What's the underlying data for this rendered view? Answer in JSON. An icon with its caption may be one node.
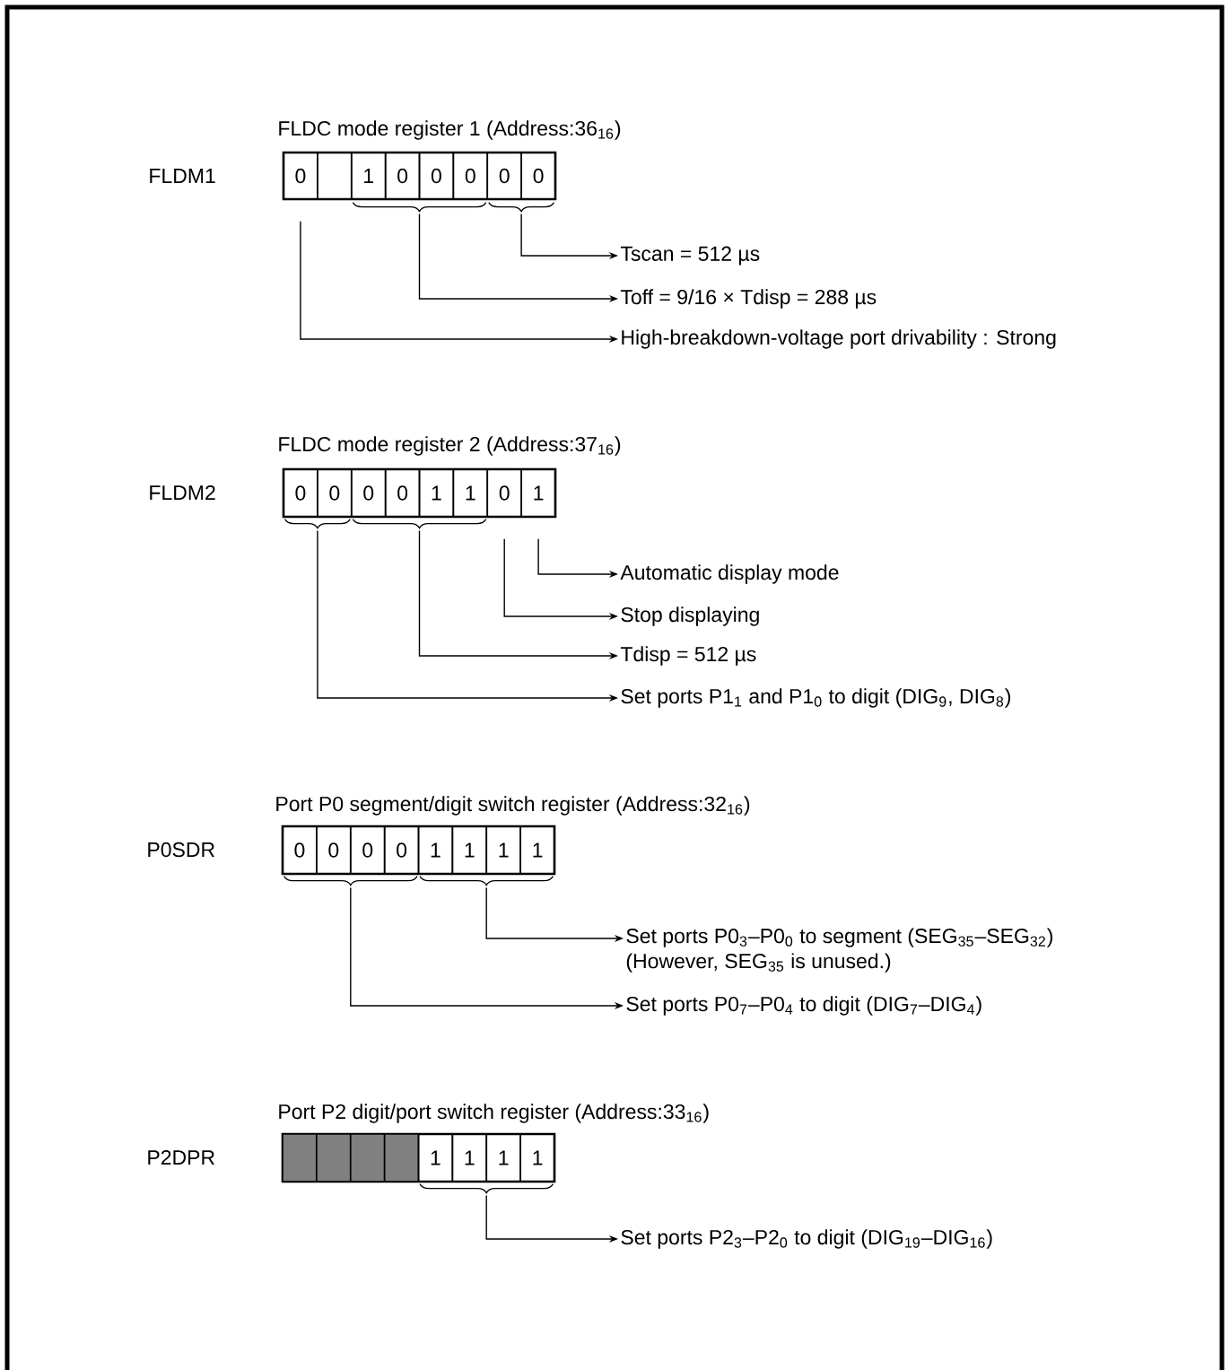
{
  "diagram": {
    "nodes": [
      {
        "text": [
          "FLDC mode register 1  (Address:36$_{16}$)"
        ],
        "beside": [
          "FLDM1"
        ]
      },
      {
        "text": [
          "0"
        ],
        "in": 0
      },
      {
        "text": [],
        "shape": "box",
        "in": 0
      },
      {
        "text": [
          "1"
        ],
        "in": 0
      },
      {
        "text": [
          "0"
        ],
        "in": 0
      },
      {
        "text": [
          "0"
        ],
        "in": 0
      },
      {
        "text": [
          "0"
        ],
        "in": 0
      },
      {
        "text": [
          "0"
        ],
        "in": 0
      },
      {
        "text": [
          "0"
        ],
        "in": 0
      },
      {
        "text": [],
        "shape": "bracket"
      },
      {
        "text": [],
        "shape": "bracket"
      },
      {
        "text": [
          "Tscan = 512 µs"
        ]
      },
      {
        "text": [
          "Toff = 9/16 × Tdisp = 288 µs"
        ]
      },
      {
        "text": [
          "High-breakdown-voltage port drivability : Strong"
        ]
      },
      {
        "text": [
          "FLDC mode register 2  (Address:37$_{16}$)"
        ],
        "beside": [
          "FLDM2"
        ]
      },
      {
        "text": [
          "0"
        ],
        "in": 14
      },
      {
        "text": [
          "0"
        ],
        "in": 14
      },
      {
        "text": [
          "0"
        ],
        "in": 14
      },
      {
        "text": [
          "0"
        ],
        "in": 14
      },
      {
        "text": [
          "1"
        ],
        "in": 14
      },
      {
        "text": [
          "1"
        ],
        "in": 14
      },
      {
        "text": [
          "0"
        ],
        "in": 14
      },
      {
        "text": [
          "1"
        ],
        "in": 14
      },
      {
        "text": [],
        "shape": "bracket"
      },
      {
        "text": [],
        "shape": "bracket"
      },
      {
        "text": [
          "Automatic display mode"
        ]
      },
      {
        "text": [
          "Stop displaying"
        ]
      },
      {
        "text": [
          "Tdisp = 512 µs"
        ]
      },
      {
        "text": [
          "Set ports P1$_{1}$ and P1$_{0}$ to digit (DIG$_{9}$, DIG$_{8}$)"
        ]
      },
      {
        "text": [
          "Port P0 segment/digit switch register (Address:32$_{16}$)"
        ],
        "beside": [
          "P0SDR"
        ]
      },
      {
        "text": [
          "0"
        ],
        "in": 29
      },
      {
        "text": [
          "0"
        ],
        "in": 29
      },
      {
        "text": [
          "0"
        ],
        "in": 29
      },
      {
        "text": [
          "0"
        ],
        "in": 29
      },
      {
        "text": [
          "1"
        ],
        "in": 29
      },
      {
        "text": [
          "1"
        ],
        "in": 29
      },
      {
        "text": [
          "1"
        ],
        "in": 29
      },
      {
        "text": [
          "1"
        ],
        "in": 29
      },
      {
        "text": [],
        "shape": "bracket"
      },
      {
        "text": [],
        "shape": "bracket"
      },
      {
        "text": [
          "Set ports P0$_{3}$–P0$_{0}$ to segment (SEG$_{35}$–SEG$_{32}$)",
          "(However, SEG$_{35}$ is unused.)"
        ]
      },
      {
        "text": [
          "Set ports P0$_{7}$–P0$_{4}$ to digit (DIG$_{7}$–DIG$_{4}$)"
        ]
      },
      {
        "text": [
          "Port P2 digit/port switch register  (Address:33$_{16}$)"
        ],
        "beside": [
          "P2DPR"
        ]
      },
      {
        "text": [],
        "shape": "box",
        "in": 42
      },
      {
        "text": [],
        "shape": "box",
        "in": 42
      },
      {
        "text": [],
        "shape": "box",
        "in": 42
      },
      {
        "text": [],
        "shape": "box",
        "in": 42
      },
      {
        "text": [
          "1"
        ],
        "in": 42
      },
      {
        "text": [
          "1"
        ],
        "in": 42
      },
      {
        "text": [
          "1"
        ],
        "in": 42
      },
      {
        "text": [
          "1"
        ],
        "in": 42
      },
      {
        "text": [],
        "shape": "bracket"
      },
      {
        "text": [
          "Set ports P2$_{3}$–P2$_{0}$ to digit (DIG$_{19}$–DIG$_{16}$)"
        ]
      }
    ],
    "edges": [
      {
        "from": 10,
        "to": 11,
        "arrow": "to"
      },
      {
        "from": 9,
        "to": 12,
        "arrow": "to"
      },
      {
        "from": 1,
        "to": 13,
        "arrow": "to"
      },
      {
        "from": 22,
        "to": 25,
        "arrow": "to"
      },
      {
        "from": 21,
        "to": 26,
        "arrow": "to"
      },
      {
        "from": 24,
        "to": 27,
        "arrow": "to"
      },
      {
        "from": 23,
        "to": 28,
        "arrow": "to"
      },
      {
        "from": 39,
        "to": 40,
        "arrow": "to"
      },
      {
        "from": 38,
        "to": 41,
        "arrow": "to"
      },
      {
        "from": 51,
        "to": 52,
        "arrow": "to"
      }
    ]
  }
}
